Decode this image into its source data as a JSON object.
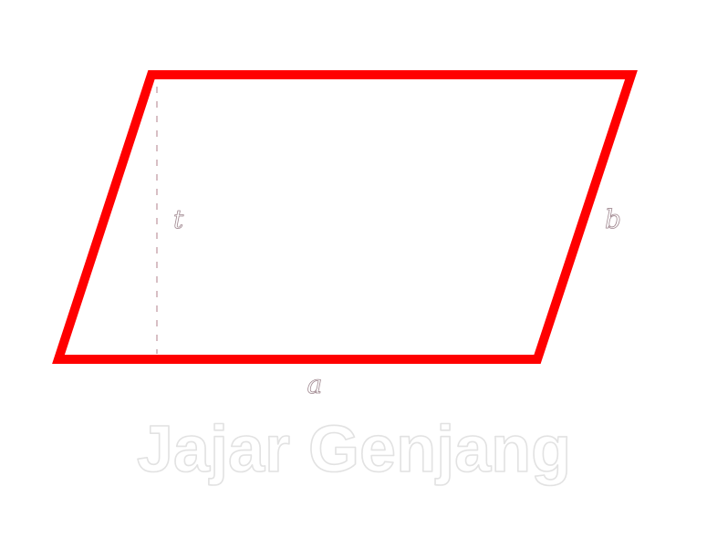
{
  "title": "Jajar Genjang",
  "labels": {
    "height": "t",
    "side": "b",
    "base": "a"
  },
  "colors": {
    "shape_stroke": "#ff0000",
    "height_line": "#c8a4ac",
    "label_outline": "#a08890",
    "title_fill": "#ffffff",
    "title_outline": "#e2e2e2"
  }
}
